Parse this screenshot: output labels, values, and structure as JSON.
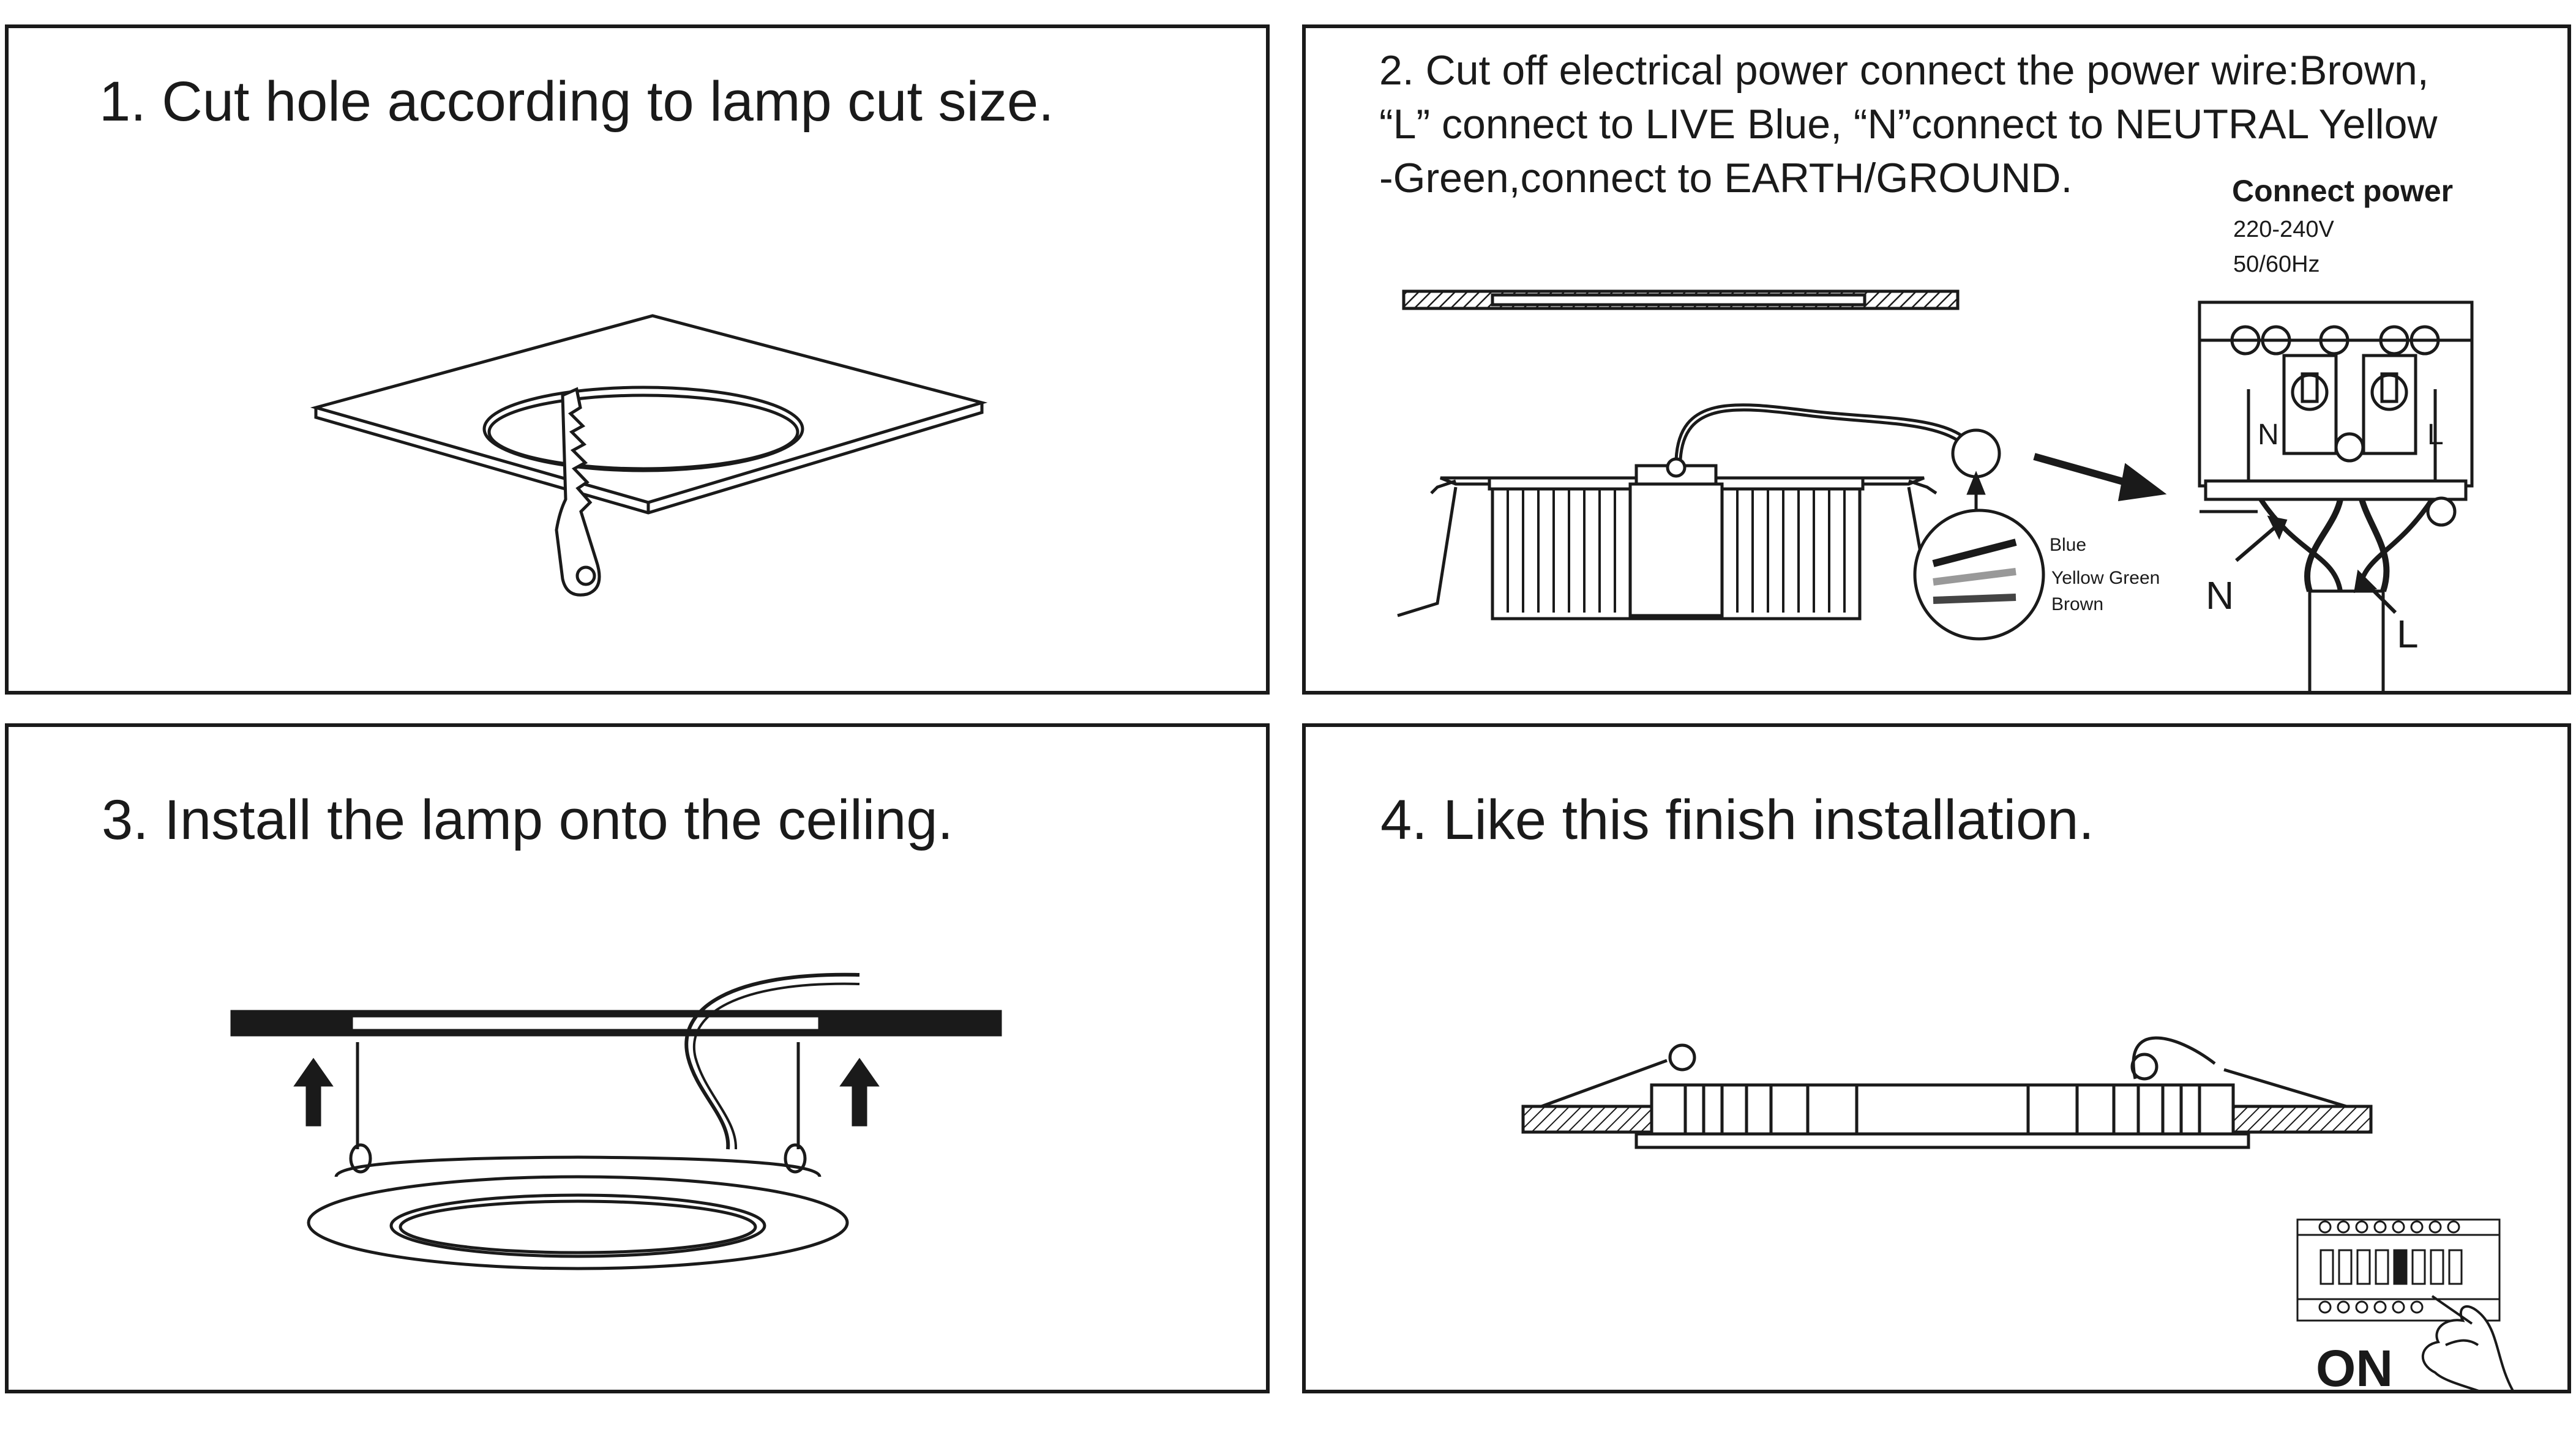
{
  "steps": {
    "step1": {
      "title": "1. Cut hole according to lamp cut size."
    },
    "step2": {
      "lines": [
        "2. Cut off electrical power connect the power wire:Brown,",
        "“L” connect to LIVE Blue, “N”connect to NEUTRAL Yellow",
        "-Green,connect to EARTH/GROUND."
      ],
      "connect_title": "Connect power",
      "voltage": "220-240V",
      "frequency": "50/60Hz",
      "wires": [
        "Blue",
        "Yellow Green",
        "Brown"
      ],
      "terminal_n": "N",
      "terminal_l": "L",
      "pointer_n": "N",
      "pointer_l": "L"
    },
    "step3": {
      "title": "3. Install the lamp onto the ceiling."
    },
    "step4": {
      "title": "4. Like this finish installation.",
      "switch_label": "ON"
    }
  }
}
